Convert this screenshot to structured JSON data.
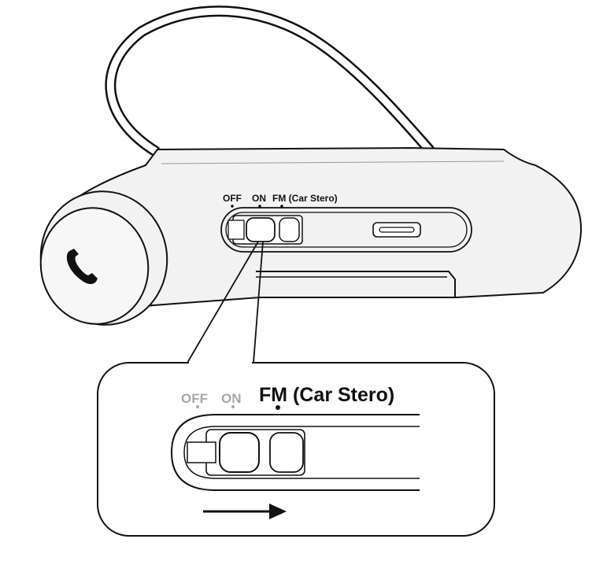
{
  "device_labels": {
    "off": "OFF",
    "on": "ON",
    "fm": "FM (Car Stero)"
  },
  "zoom_labels": {
    "off": "OFF",
    "on": "ON",
    "fm": "FM (Car Stero)"
  },
  "colors": {
    "body_fill": "#f2f2f2",
    "outline": "#111111",
    "muted_label": "#a8a8a8",
    "background": "#ffffff"
  },
  "icons": {
    "call_button": "phone-handset-icon",
    "direction": "right-arrow-icon"
  },
  "switch_position": "FM (Car Stero)"
}
